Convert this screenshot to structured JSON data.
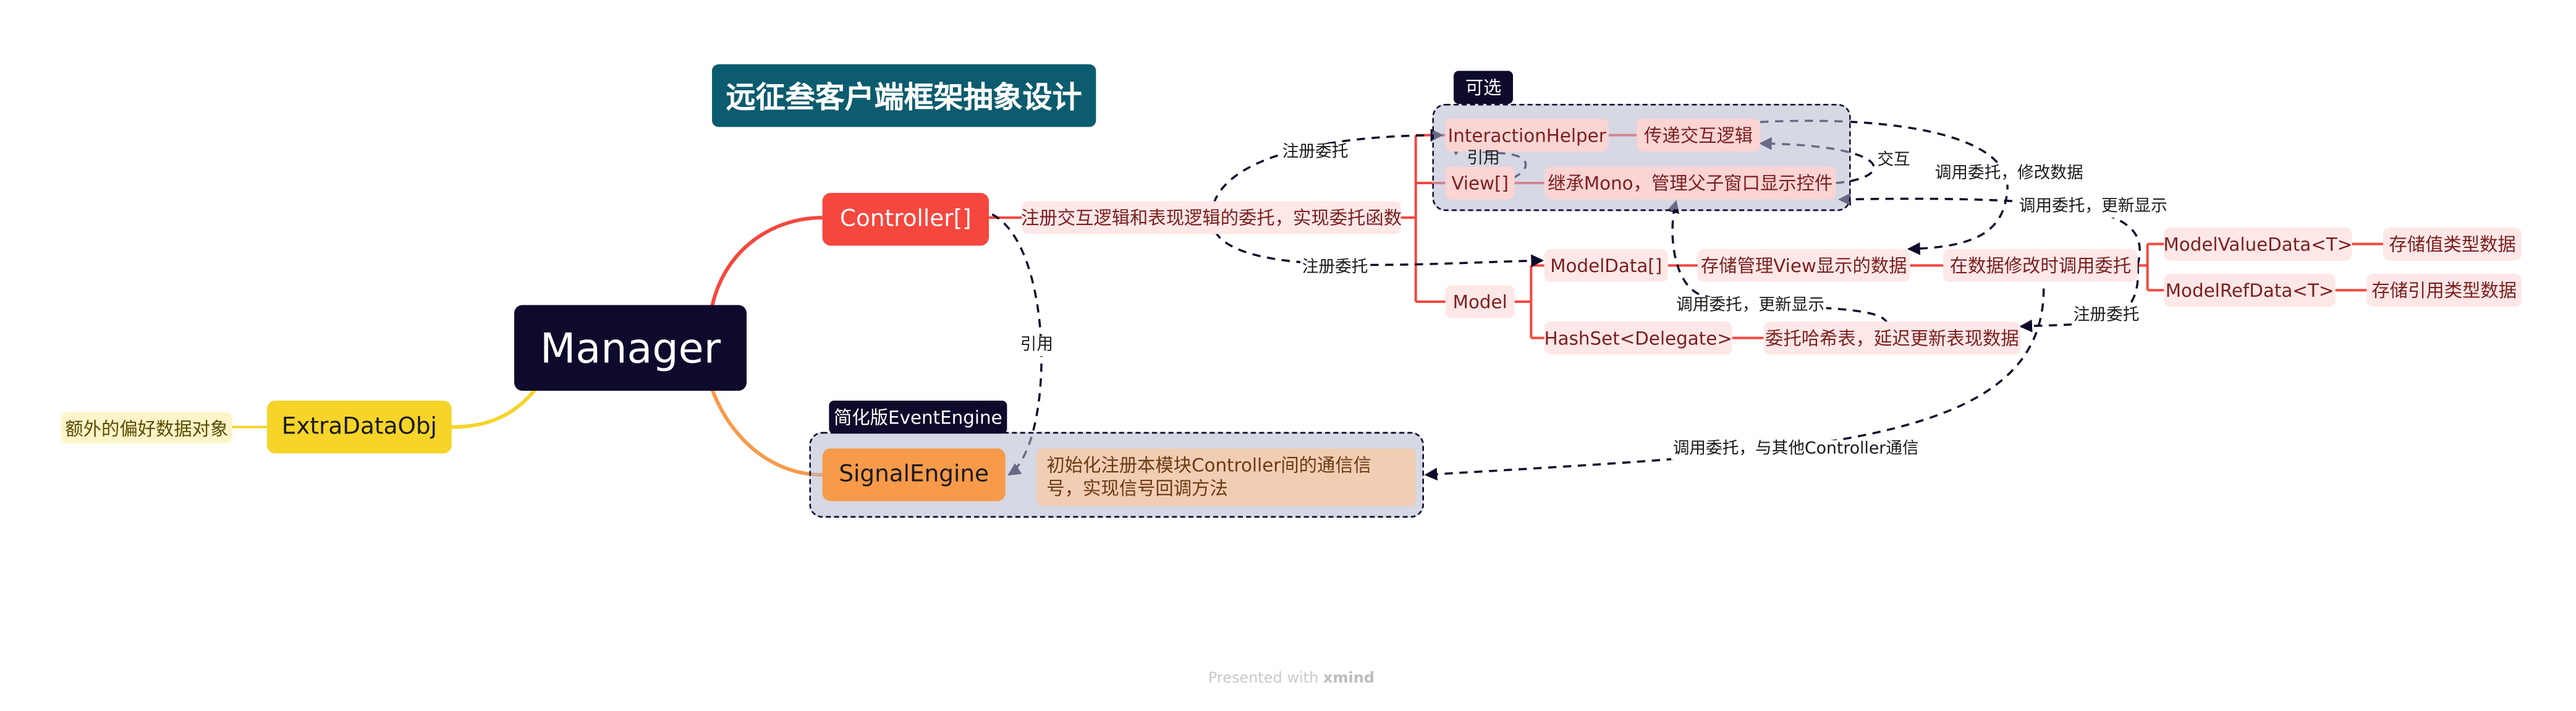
{
  "title": "远征叁客户端框架抽象设计",
  "root": "Manager",
  "branches": {
    "controller": "Controller[]",
    "signal_engine": "SignalEngine",
    "extra_data": "ExtraDataObj"
  },
  "controller_children": {
    "delegate_desc": "注册交互逻辑和表现逻辑的委托，实现委托函数",
    "interaction_helper": "InteractionHelper",
    "interaction_desc": "传递交互逻辑",
    "view": "View[]",
    "view_desc": "继承Mono，管理父子窗口显示控件",
    "model": "Model",
    "model_data": "ModelData[]",
    "model_data_desc": "存储管理View显示的数据",
    "model_data_modify": "在数据修改时调用委托",
    "model_value_data": "ModelValueData<T>",
    "model_value_desc": "存储值类型数据",
    "model_ref_data": "ModelRefData<T>",
    "model_ref_desc": "存储引用类型数据",
    "hashset": "HashSet<Delegate>",
    "hashset_desc": "委托哈希表，延迟更新表现数据"
  },
  "signal_desc": "初始化注册本模块Controller间的通信信号，实现信号回调方法",
  "extra_desc": "额外的偏好数据对象",
  "boundaries": {
    "optional": "可选",
    "simple_event_engine": "简化版EventEngine"
  },
  "relationships": {
    "register_delegate_1": "注册委托",
    "register_delegate_2": "注册委托",
    "register_delegate_3": "注册委托",
    "reference_1": "引用",
    "reference_2": "引用",
    "interact": "交互",
    "call_modify": "调用委托，修改数据",
    "call_update_1": "调用委托，更新显示",
    "call_update_2": "调用委托，更新显示",
    "call_comm": "调用委托，与其他Controller通信"
  },
  "footer": {
    "prefix": "Presented with",
    "brand": "xmind"
  },
  "colors": {
    "title_bg": "#0c5b6e",
    "root_bg": "#0d0a2b",
    "controller": "#f5473e",
    "signal": "#f79a4a",
    "extra": "#f6d428",
    "sub_pink": "#fbd4d4",
    "dashed": "#0d0a2b"
  }
}
